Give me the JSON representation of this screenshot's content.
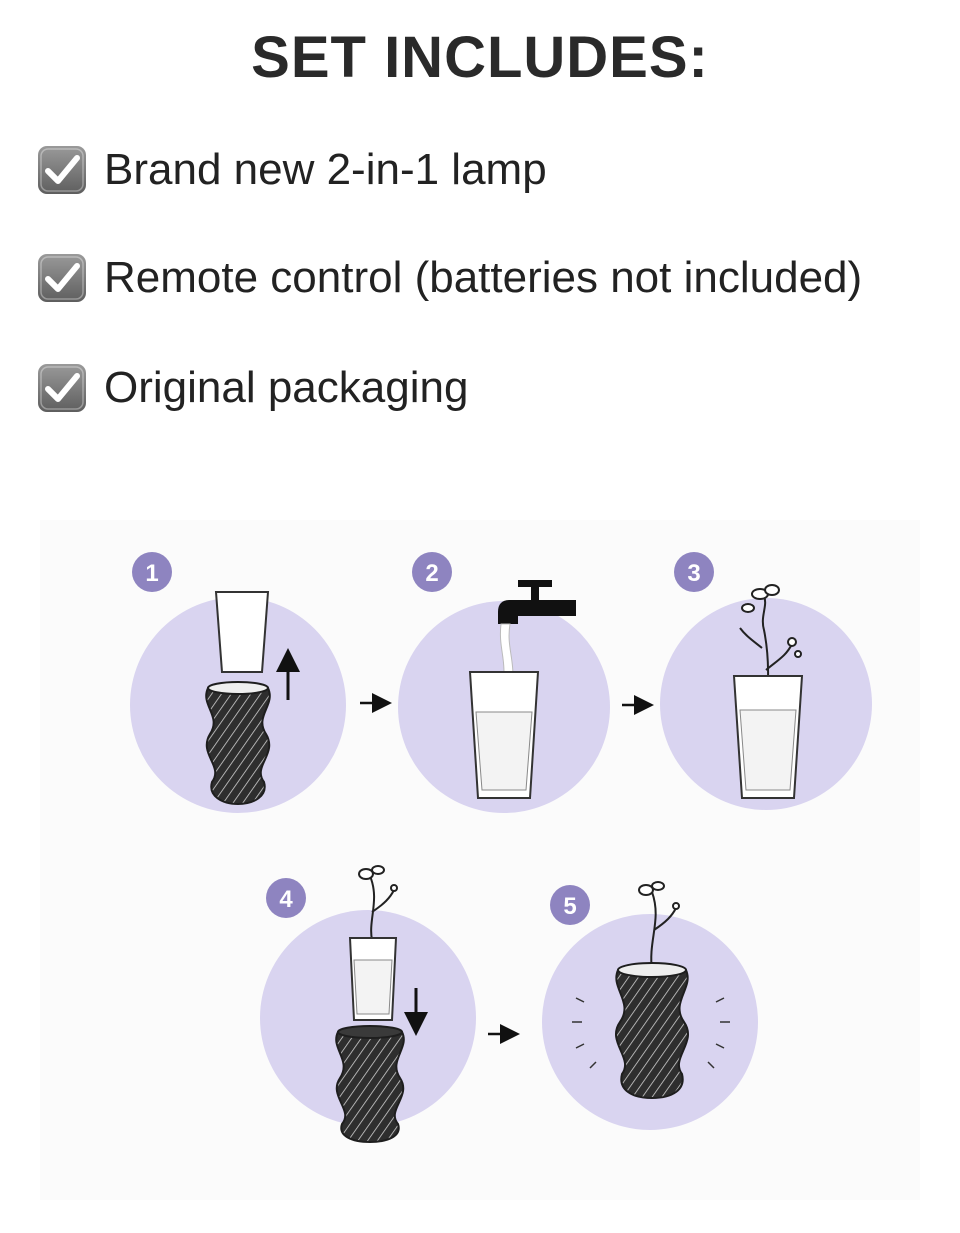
{
  "title": "SET INCLUDES:",
  "items": [
    {
      "label": "Brand new 2-in-1 lamp",
      "icon": "checkbox-checked-icon"
    },
    {
      "label": "Remote control (batteries not included)",
      "icon": "checkbox-checked-icon"
    },
    {
      "label": "Original packaging",
      "icon": "checkbox-checked-icon"
    }
  ],
  "steps": [
    {
      "number": "1"
    },
    {
      "number": "2"
    },
    {
      "number": "3"
    },
    {
      "number": "4"
    },
    {
      "number": "5"
    }
  ],
  "colors": {
    "circle": "#d9d4f0",
    "badge": "#8e84c0",
    "vase": "#3a3a3a",
    "check_box": "#7a7a7a"
  }
}
